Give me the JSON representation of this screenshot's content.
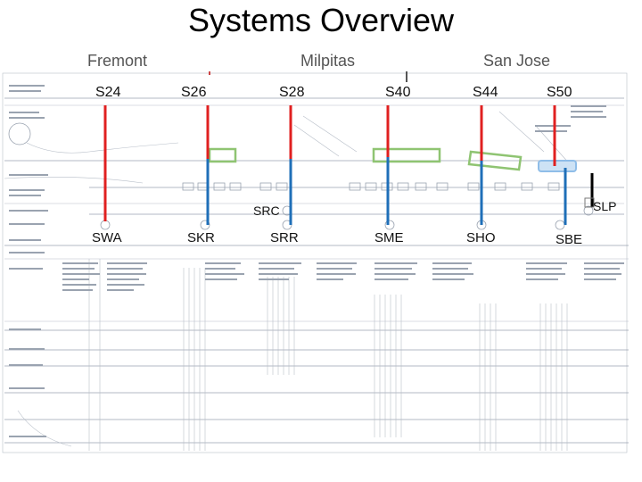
{
  "title": "Systems Overview",
  "cities": [
    "Fremont",
    "Milpitas",
    "San Jose"
  ],
  "stations": [
    "S24",
    "S26",
    "S28",
    "S40",
    "S44",
    "S50"
  ],
  "bottom_labels": [
    "SWA",
    "SKR",
    "SRR",
    "SME",
    "SHO",
    "SBE"
  ],
  "annotations": {
    "src": "SRC",
    "slp": "SLP"
  },
  "colors": {
    "red_line": "#e02020",
    "blue_line": "#1f6fb8",
    "green_box": "#8fc472",
    "blue_box": "#8fbde8"
  }
}
